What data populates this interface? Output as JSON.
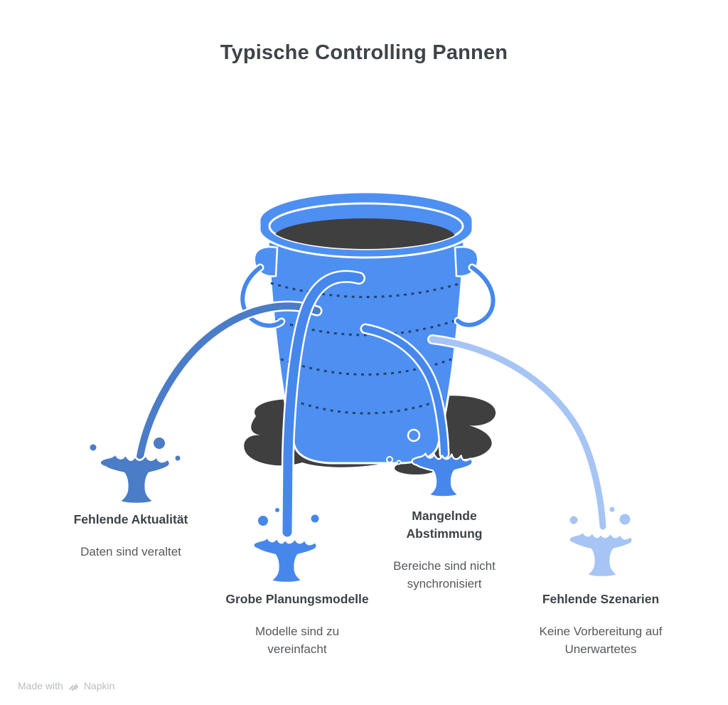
{
  "title": "Typische Controlling Pannen",
  "colors": {
    "bucket_blue": "#4E8FF2",
    "stream_dark_blue": "#4A7CC7",
    "stream_medium_blue": "#4687EC",
    "stream_light_blue": "#A6C4F4",
    "water_dark": "#3F3F3F",
    "dash_navy": "#27426B",
    "outline_white": "#FFFFFF",
    "title_text": "#3E4448",
    "label_text": "#3E4347",
    "desc_text": "#54585C",
    "watermark_text": "#B9BDBF"
  },
  "illustration": {
    "name": "leaking-bucket",
    "leak_count": 4
  },
  "labels": [
    {
      "heading": "Fehlende Aktualität",
      "description": "Daten sind veraltet"
    },
    {
      "heading": "Grobe Planungsmodelle",
      "description": "Modelle sind zu vereinfacht"
    },
    {
      "heading": "Mangelnde Abstimmung",
      "description": "Bereiche sind nicht synchronisiert"
    },
    {
      "heading": "Fehlende Szenarien",
      "description": "Keine Vorbereitung auf Unerwartetes"
    }
  ],
  "watermark": {
    "prefix": "Made with",
    "brand": "Napkin"
  }
}
